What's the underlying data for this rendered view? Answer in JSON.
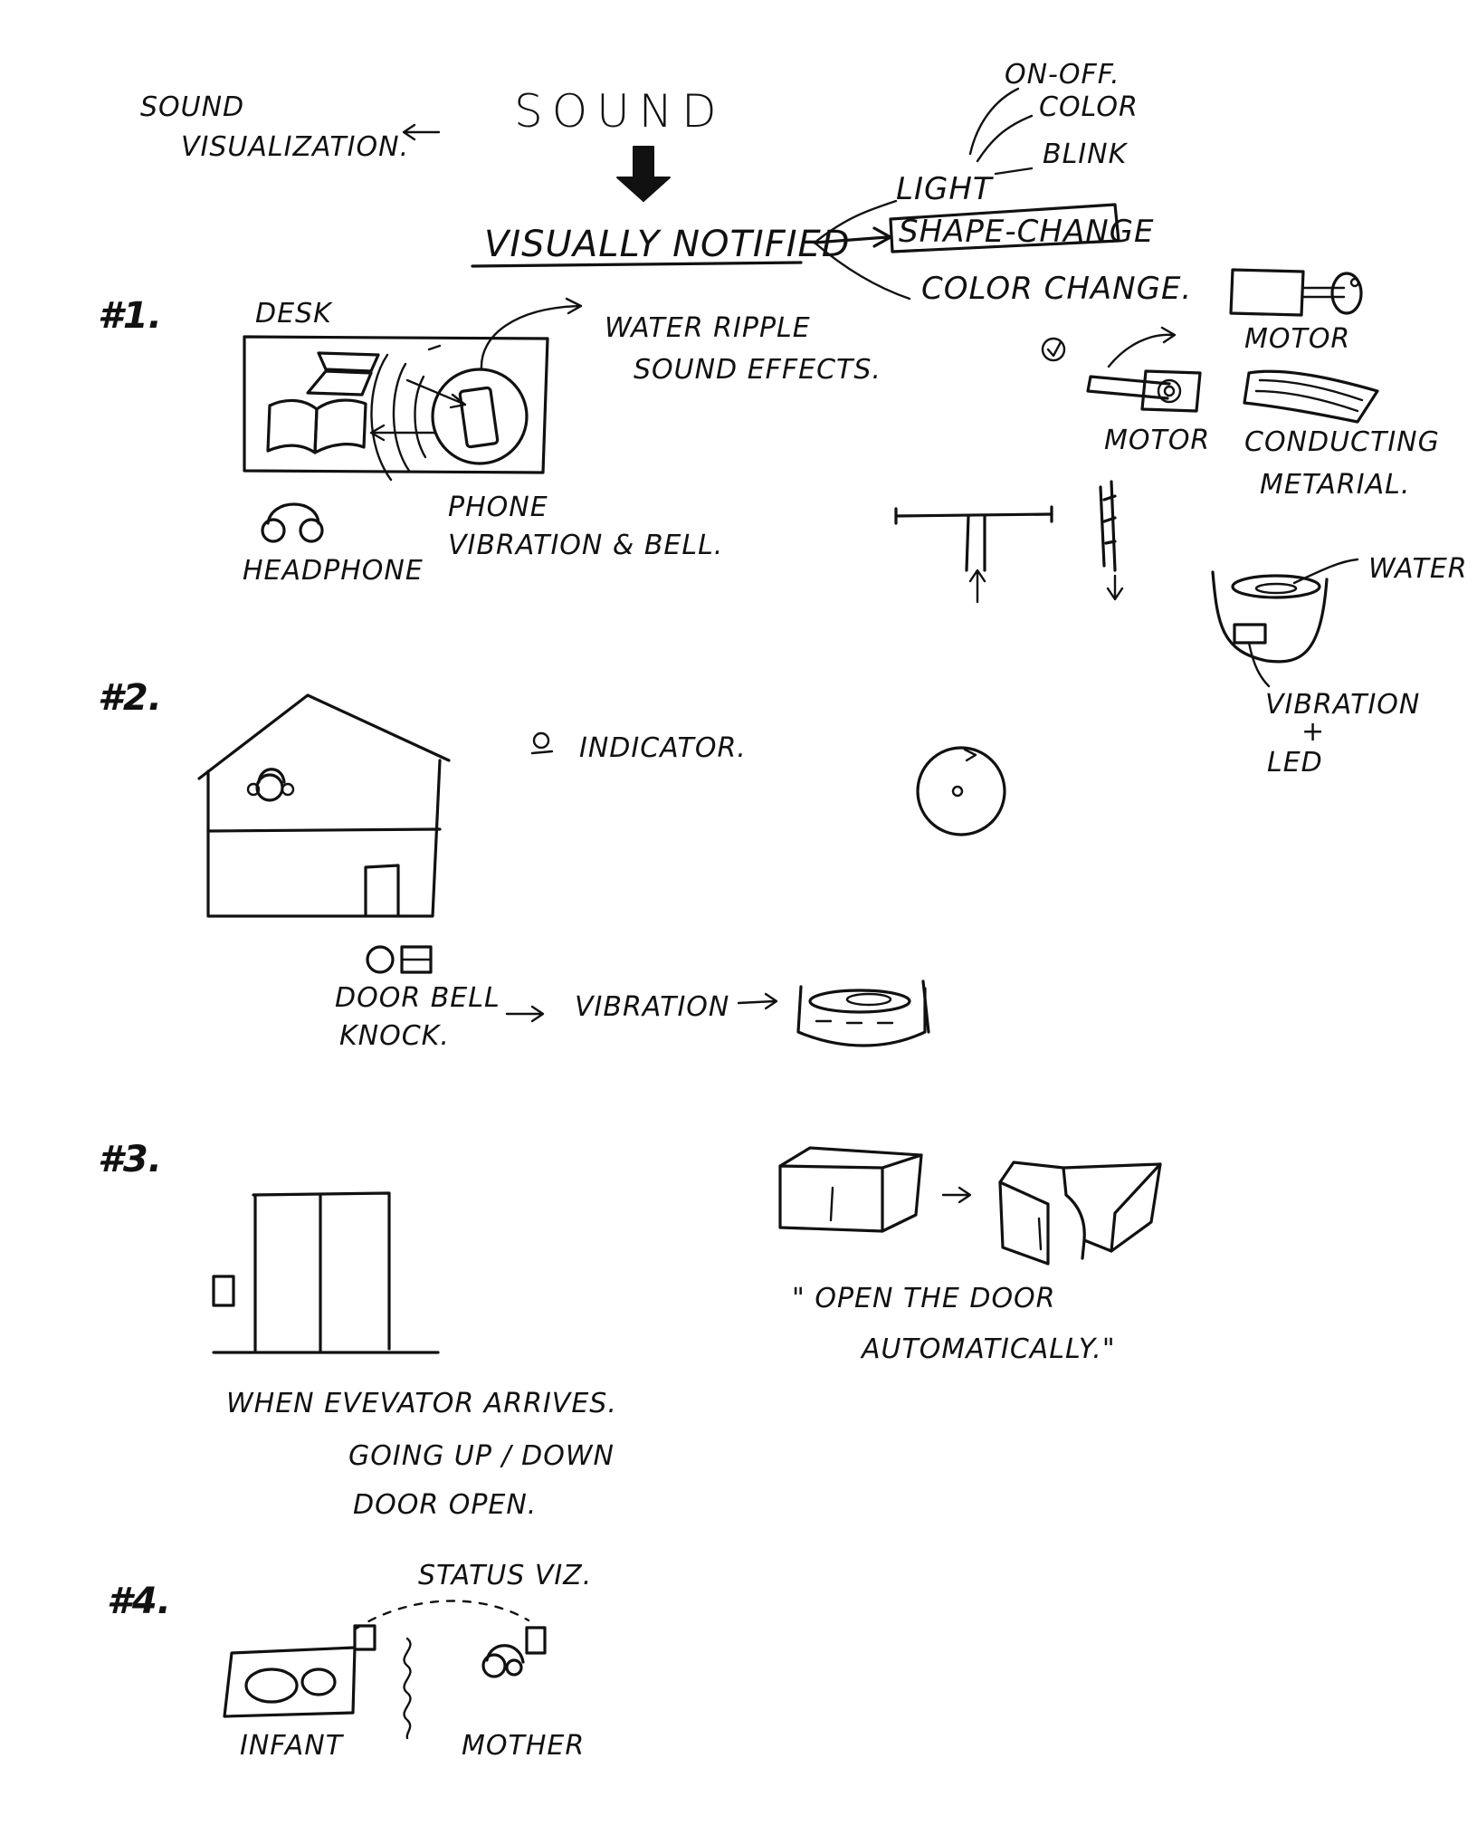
{
  "header": {
    "sound": "SOUND",
    "sound_visualization_line1": "SOUND",
    "sound_visualization_line2": "VISUALIZATION.",
    "visually_notified": "VISUALLY NOTIFIED",
    "light": "LIGHT",
    "on_off": "ON-OFF.",
    "color": "COLOR",
    "blink": "BLINK",
    "shape_change": "SHAPE-CHANGE",
    "color_change": "COLOR CHANGE."
  },
  "scenario1": {
    "number": "#1.",
    "desk": "DESK",
    "water_ripple": "WATER RIPPLE",
    "sound_effects": "SOUND EFFECTS.",
    "phone": "PHONE",
    "vibration_bell": "VIBRATION & BELL.",
    "headphone": "HEADPHONE"
  },
  "mechanisms": {
    "motor_top": "MOTOR",
    "motor_bottom": "MOTOR",
    "conducting": "CONDUCTING",
    "metarial": "METARIAL.",
    "water": "WATER",
    "vibration": "VIBRATION",
    "plus": "+",
    "led": "LED"
  },
  "scenario2": {
    "number": "#2.",
    "indicator": "INDICATOR.",
    "door_bell": "DOOR BELL",
    "knock": "KNOCK.",
    "vibration": "VIBRATION"
  },
  "scenario3": {
    "number": "#3.",
    "when_elevator": "WHEN EVEVATOR ARRIVES.",
    "going_up_down": "GOING UP / DOWN",
    "door_open": "DOOR OPEN.",
    "open_door_line1": "\" OPEN THE DOOR",
    "open_door_line2": "AUTOMATICALLY.\""
  },
  "scenario4": {
    "number": "#4.",
    "status_viz": "STATUS VIZ.",
    "infant": "INFANT",
    "mother": "MOTHER"
  },
  "icons": [
    "down-arrow-icon",
    "headphone-icon",
    "laptop-icon",
    "book-icon",
    "phone-icon",
    "check-icon",
    "motor-icon",
    "house-icon",
    "door-icon",
    "water-bowl-icon",
    "elevator-icon",
    "box-icon",
    "crib-icon"
  ]
}
